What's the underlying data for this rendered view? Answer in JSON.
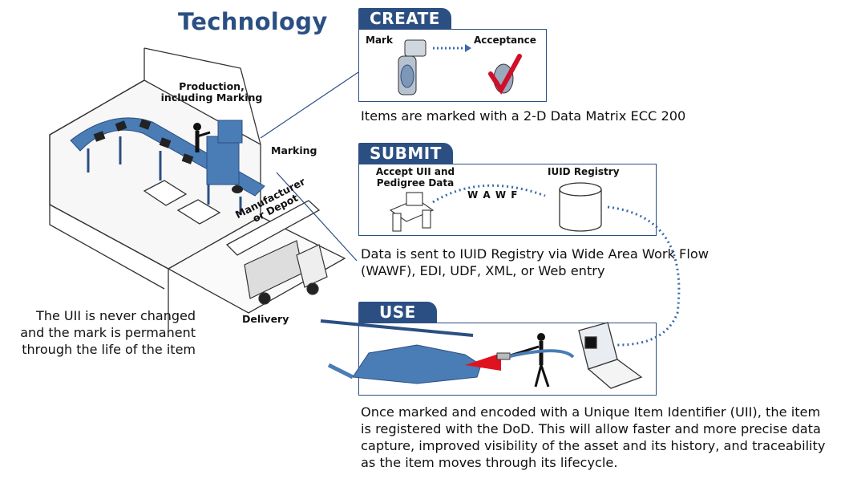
{
  "title": "Technology",
  "create": {
    "tab": "CREATE",
    "mark_label": "Mark",
    "acceptance_label": "Acceptance",
    "caption": "Items are marked with a 2-D Data Matrix ECC 200"
  },
  "submit": {
    "tab": "SUBMIT",
    "accept_label_line1": "Accept UII and",
    "accept_label_line2": "Pedigree Data",
    "registry_label": "IUID Registry",
    "wawf_label": "W A W F",
    "caption_line1": "Data is sent to IUID Registry via Wide Area Work Flow",
    "caption_line2": "(WAWF), EDI, UDF, XML, or Web entry"
  },
  "use": {
    "tab": "USE",
    "caption_line1": "Once marked and encoded with a Unique Item Identifier (UII), the item",
    "caption_line2": "is registered with the DoD.  This will allow faster and more precise data",
    "caption_line3": "capture, improved visibility of the asset and its history, and traceability",
    "caption_line4": "as the item moves through its lifecycle."
  },
  "factory": {
    "production_line1": "Production,",
    "production_line2": "including Marking",
    "marking_label": "Marking",
    "manufacturer_line1": "Manufacturer",
    "manufacturer_line2": "or Depot",
    "delivery_label": "Delivery"
  },
  "note": {
    "line1": "The UII is never changed",
    "line2": "and the mark is permanent",
    "line3": "through the life of the item"
  },
  "colors": {
    "brand_blue": "#2b4f82",
    "conveyor_blue": "#4a7cb5",
    "dotted_blue": "#3a6aa8",
    "check_red": "#d0102a",
    "laser_red": "#e0121f"
  }
}
